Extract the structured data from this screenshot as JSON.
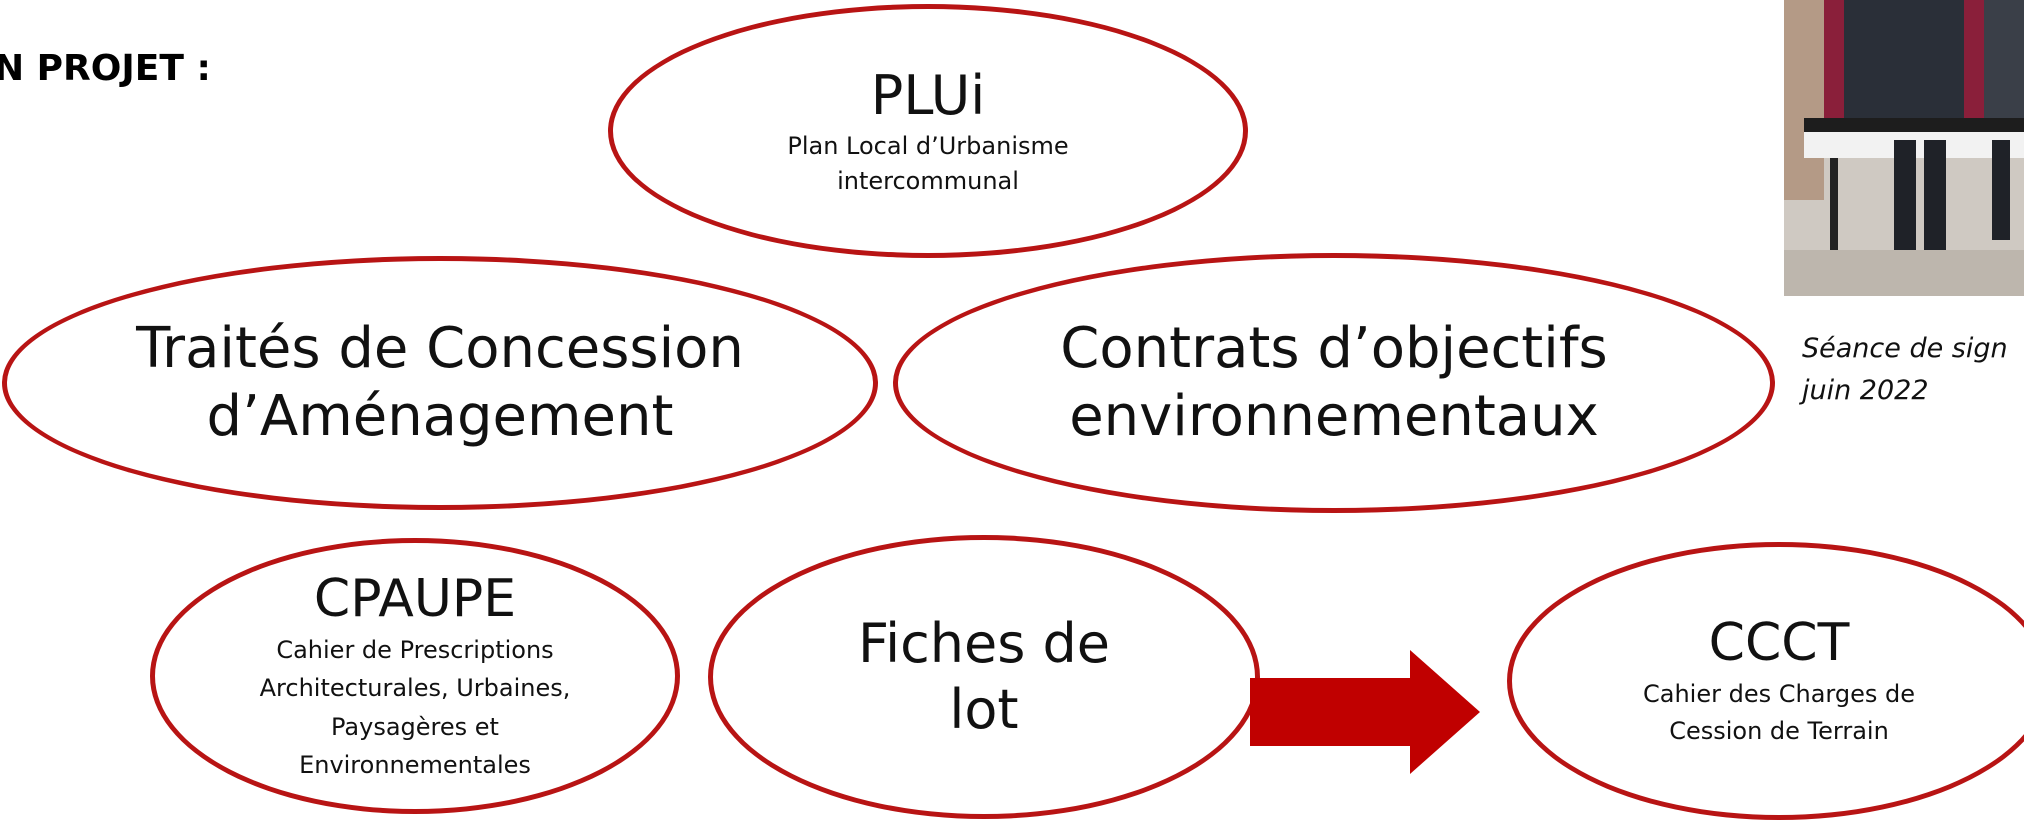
{
  "heading": "N PROJET :",
  "nodes": {
    "plui": {
      "title": "PLUi",
      "subtitle_lines": [
        "Plan Local d’Urbanisme",
        "intercommunal"
      ]
    },
    "tca": {
      "title_lines": [
        "Traités de Concession",
        "d’Aménagement"
      ]
    },
    "coe": {
      "title_lines": [
        "Contrats d’objectifs",
        "environnementaux"
      ]
    },
    "cpaupe": {
      "title": "CPAUPE",
      "subtitle_lines": [
        "Cahier de Prescriptions",
        "Architecturales, Urbaines,",
        "Paysagères et",
        "Environnementales"
      ]
    },
    "fiches": {
      "title_lines": [
        "Fiches de",
        "lot"
      ]
    },
    "ccct": {
      "title": "CCCT",
      "subtitle_lines": [
        "Cahier des Charges de",
        "Cession de Terrain"
      ]
    }
  },
  "caption_lines": [
    "Séance de sign",
    "juin 2022"
  ],
  "colors": {
    "accent": "#b81414",
    "arrow": "#c00000"
  }
}
